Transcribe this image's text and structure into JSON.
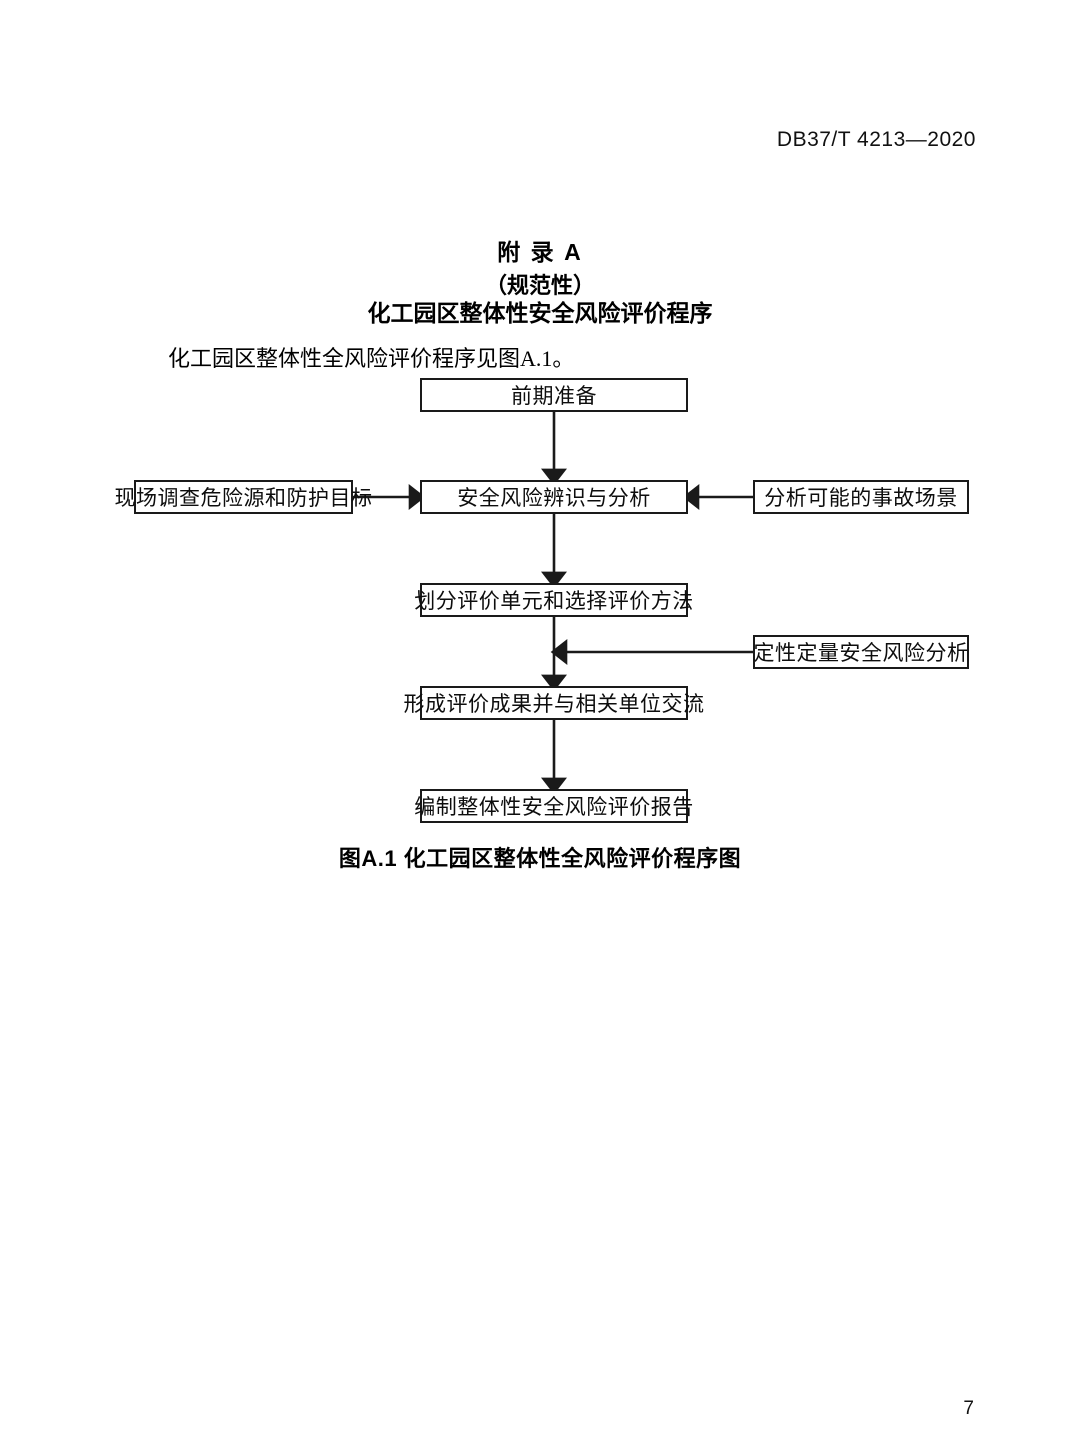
{
  "document": {
    "header_code": "DB37/T 4213—2020",
    "page_number": "7"
  },
  "annex": {
    "title": "附 录 A",
    "subtitle": "（规范性）",
    "name": "化工园区整体性安全风险评价程序"
  },
  "body": {
    "paragraph": "化工园区整体性全风险评价程序见图A.1。"
  },
  "figure": {
    "caption": "图A.1 化工园区整体性全风险评价程序图",
    "nodes": {
      "preparation": "前期准备",
      "site_survey": "现场调查危险源和防护目标",
      "risk_identification": "安全风险辨识与分析",
      "accident_scenario": "分析可能的事故场景",
      "units_methods": "划分评价单元和选择评价方法",
      "quantitative_analysis": "定性定量安全风险分析",
      "results_exchange": "形成评价成果并与相关单位交流",
      "final_report": "编制整体性安全风险评价报告"
    },
    "colors": {
      "line": "#1a1a1a",
      "box_fill": "#ffffff",
      "text": "#0d0d0d"
    }
  }
}
